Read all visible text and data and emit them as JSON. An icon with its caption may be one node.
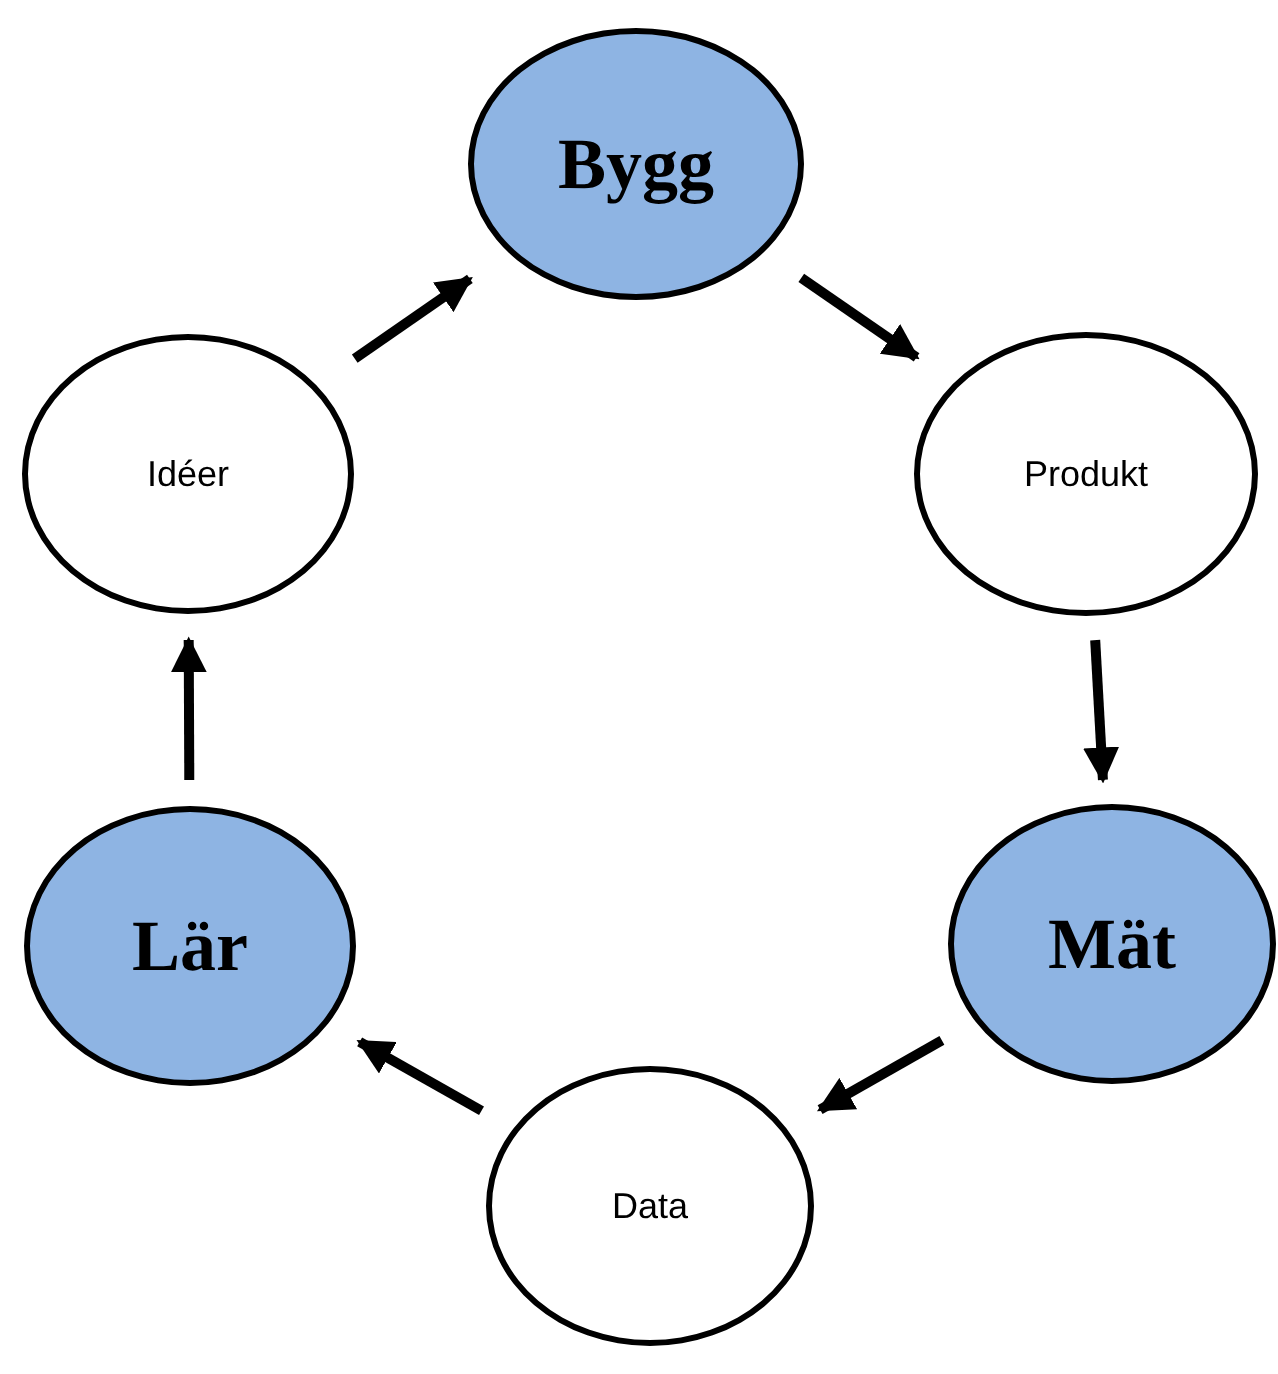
{
  "diagram": {
    "nodes": [
      {
        "text": [
          "Bygg"
        ]
      },
      {
        "text": [
          "Produkt"
        ]
      },
      {
        "text": [
          "Mät"
        ]
      },
      {
        "text": [
          "Data"
        ]
      },
      {
        "text": [
          "Lär"
        ]
      },
      {
        "text": [
          "Idéer"
        ]
      }
    ],
    "edges": [
      {
        "from": 0,
        "to": 1,
        "arrow": "to"
      },
      {
        "from": 1,
        "to": 2,
        "arrow": "to"
      },
      {
        "from": 2,
        "to": 3,
        "arrow": "to"
      },
      {
        "from": 3,
        "to": 4,
        "arrow": "to"
      },
      {
        "from": 4,
        "to": 5,
        "arrow": "to"
      },
      {
        "from": 5,
        "to": 0,
        "arrow": "to"
      }
    ]
  }
}
